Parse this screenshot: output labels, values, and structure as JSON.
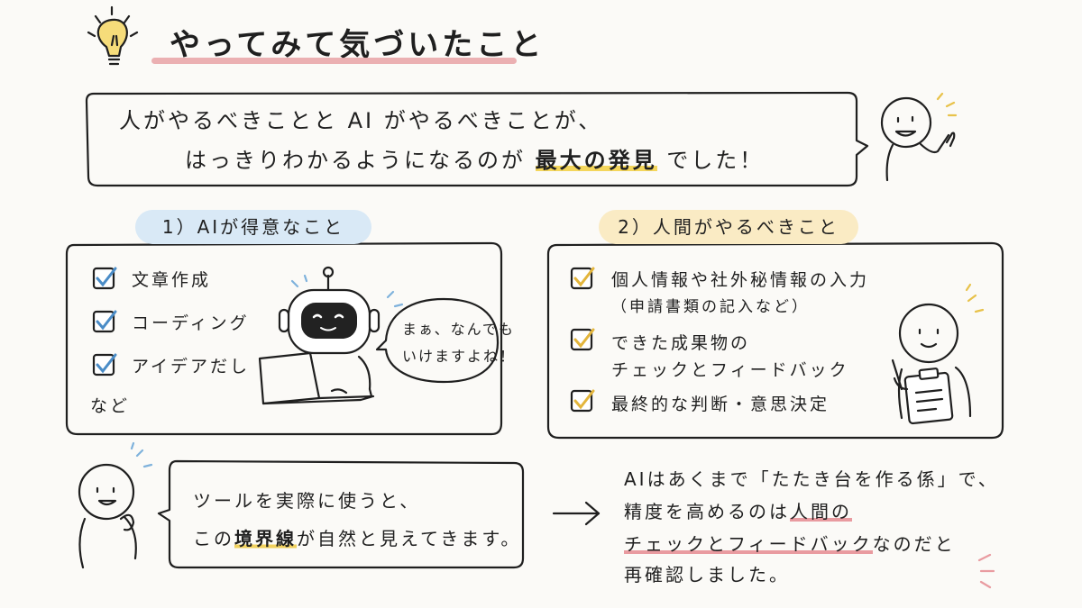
{
  "title": "やってみて気づいたこと",
  "main_bubble": {
    "line1": "人がやるべきことと AI がやるべきことが、",
    "line2_pre": "はっきりわかるようになるのが ",
    "line2_highlight": "最大の発見",
    "line2_post": " でした！"
  },
  "ai_section": {
    "label": "1）AIが得意なこと",
    "items": [
      "文章作成",
      "コーディング",
      "アイデアだし"
    ],
    "etc": "など",
    "robot_speech_line1": "まぁ、なんでも",
    "robot_speech_line2": "いけますよね！"
  },
  "human_section": {
    "label": "2）人間がやるべきこと",
    "items": [
      {
        "line1": "個人情報や社外秘情報の入力",
        "line2": "（申請書類の記入など）"
      },
      {
        "line1": "できた成果物の",
        "line2": "チェックとフィードバック"
      },
      {
        "line1": "最終的な判断・意思決定",
        "line2": ""
      }
    ]
  },
  "bottom_bubble": {
    "line1": "ツールを実際に使うと、",
    "line2_pre": "この",
    "line2_highlight": "境界線",
    "line2_post": "が自然と見えてきます。"
  },
  "conclusion": {
    "line1": "AIはあくまで「たたき台を作る係」で、",
    "line2_pre": "精度を高めるのは",
    "line2_highlight": "人間の",
    "line3_highlight": "チェックとフィードバック",
    "line3_post": "なのだと",
    "line4": "再確認しました。"
  },
  "colors": {
    "title_underline": "#e8a2a6",
    "ai_label_bg": "#d9e9f6",
    "human_label_bg": "#faebc4",
    "ai_check": "#4a8cc7",
    "human_check": "#e3b53b",
    "highlight_yellow": "#f4d65c",
    "highlight_pink": "#e99ba0"
  },
  "icons": [
    "lightbulb-icon",
    "robot-icon",
    "laptop-icon",
    "person-icon",
    "clipboard-icon",
    "arrow-right-icon"
  ]
}
